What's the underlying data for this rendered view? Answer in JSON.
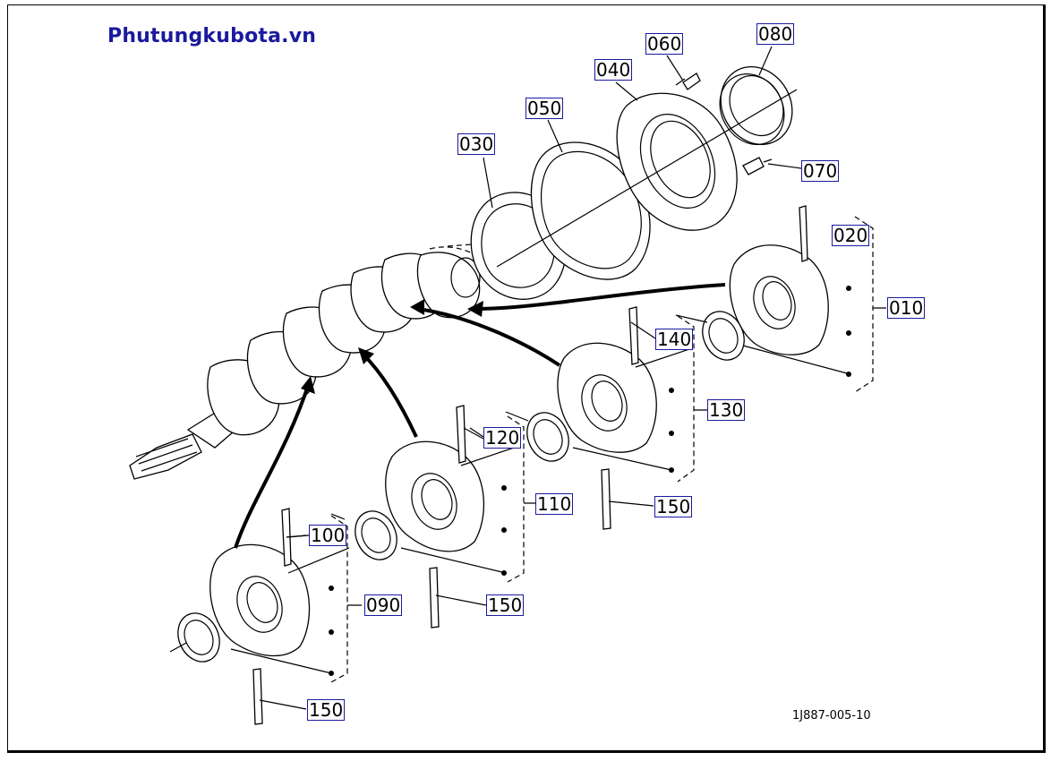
{
  "brand": "Phutungkubota.vn",
  "drawing_number": "1J887-005-10",
  "part_labels": {
    "p010": "010",
    "p020": "020",
    "p030": "030",
    "p040": "040",
    "p050": "050",
    "p060": "060",
    "p070": "070",
    "p080": "080",
    "p090": "090",
    "p100": "100",
    "p110": "110",
    "p120": "120",
    "p130": "130",
    "p140": "140",
    "p150a": "150",
    "p150b": "150",
    "p150c": "150"
  }
}
